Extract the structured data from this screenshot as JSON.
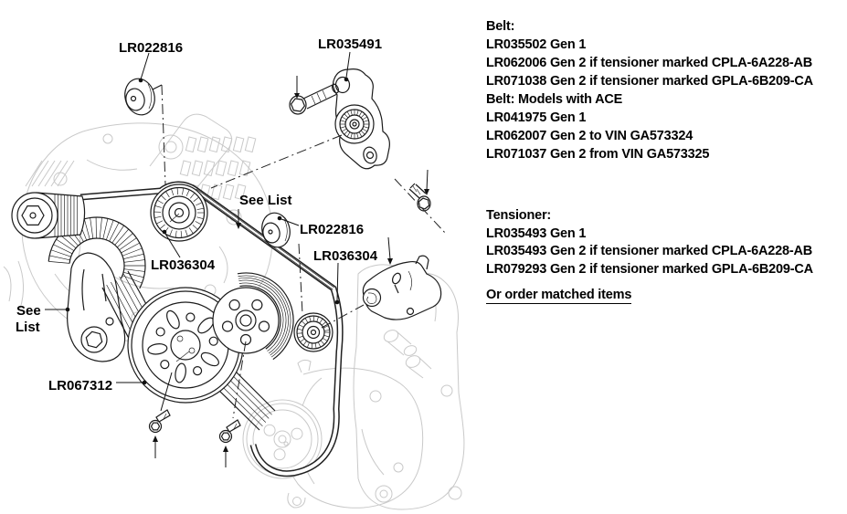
{
  "colors": {
    "line": "#1b1b1b",
    "light_line": "#c9c9c9",
    "text": "#000000",
    "background": "#ffffff"
  },
  "diagram": {
    "labels": {
      "cap_top": "LR022816",
      "tensioner_assembly": "LR035491",
      "belt": "See List",
      "cap_mid": "LR022816",
      "idler_left": "LR036304",
      "idler_right": "LR036304",
      "belt_tensioner_line1": "See",
      "belt_tensioner_line2": "List",
      "crank_pulley": "LR067312"
    }
  },
  "notes": {
    "belt": {
      "heading": "Belt:",
      "lines": [
        "LR035502 Gen 1",
        "LR062006 Gen 2 if tensioner marked CPLA-6A228-AB",
        "LR071038 Gen 2 if tensioner marked GPLA-6B209-CA"
      ]
    },
    "belt_ace": {
      "heading": "Belt: Models with ACE",
      "lines": [
        "LR041975 Gen 1",
        "LR062007 Gen 2 to VIN GA573324",
        "LR071037 Gen 2 from VIN GA573325"
      ]
    },
    "tensioner": {
      "heading": "Tensioner:",
      "lines": [
        "LR035493 Gen 1",
        "LR035493 Gen 2 if tensioner marked CPLA-6A228-AB",
        "LR079293 Gen 2 if tensioner marked GPLA-6B209-CA"
      ]
    },
    "footer": "Or order matched items"
  }
}
